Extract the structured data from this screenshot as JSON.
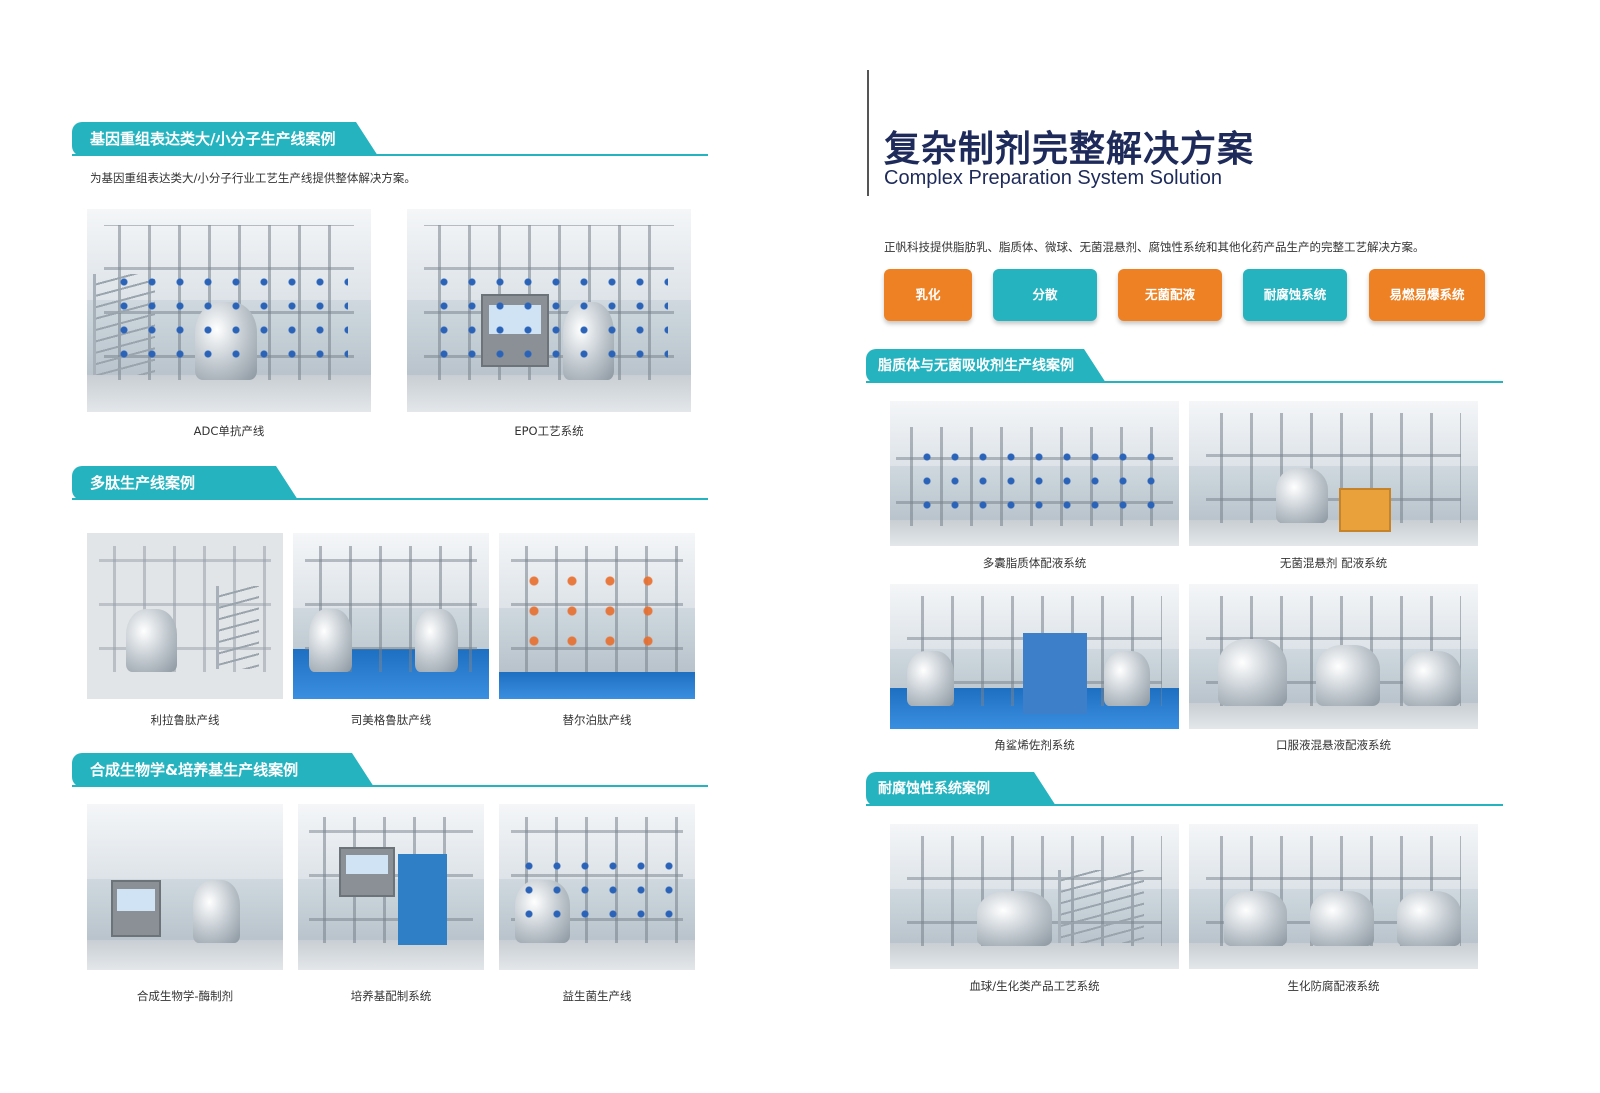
{
  "left": {
    "sections": [
      {
        "title": "基因重组表达类大/小分子生产线案例",
        "desc": "为基因重组表达类大/小分子行业工艺生产线提供整体解决方案。",
        "items": [
          {
            "caption": "ADC单抗产线"
          },
          {
            "caption": "EPO工艺系统"
          }
        ]
      },
      {
        "title": "多肽生产线案例",
        "items": [
          {
            "caption": "利拉鲁肽产线"
          },
          {
            "caption": "司美格鲁肽产线"
          },
          {
            "caption": "替尔泊肽产线"
          }
        ]
      },
      {
        "title": "合成生物学&培养基生产线案例",
        "items": [
          {
            "caption": "合成生物学-酶制剂"
          },
          {
            "caption": "培养基配制系统"
          },
          {
            "caption": "益生菌生产线"
          }
        ]
      }
    ]
  },
  "right": {
    "title": "复杂制剂完整解决方案",
    "subtitle": "Complex Preparation System Solution",
    "intro": "正帆科技提供脂肪乳、脂质体、微球、无菌混悬剂、腐蚀性系统和其他化药产品生产的完整工艺解决方案。",
    "categories": [
      {
        "label": "乳化"
      },
      {
        "label": "分散"
      },
      {
        "label": "无菌配液"
      },
      {
        "label": "耐腐蚀系统"
      },
      {
        "label": "易燃易爆系统"
      }
    ],
    "sections": [
      {
        "title": "脂质体与无菌吸收剂生产线案例",
        "items": [
          {
            "caption": "多囊脂质体配液系统"
          },
          {
            "caption": "无菌混悬剂 配液系统"
          },
          {
            "caption": "角鲨烯佐剂系统"
          },
          {
            "caption": "口服液混悬液配液系统"
          }
        ]
      },
      {
        "title": "耐腐蚀性系统案例",
        "items": [
          {
            "caption": "血球/生化类产品工艺系统"
          },
          {
            "caption": "生化防腐配液系统"
          }
        ]
      }
    ]
  },
  "colors": {
    "teal": "#25b3bf",
    "orange": "#ee8124",
    "navy": "#1d2a5a"
  }
}
